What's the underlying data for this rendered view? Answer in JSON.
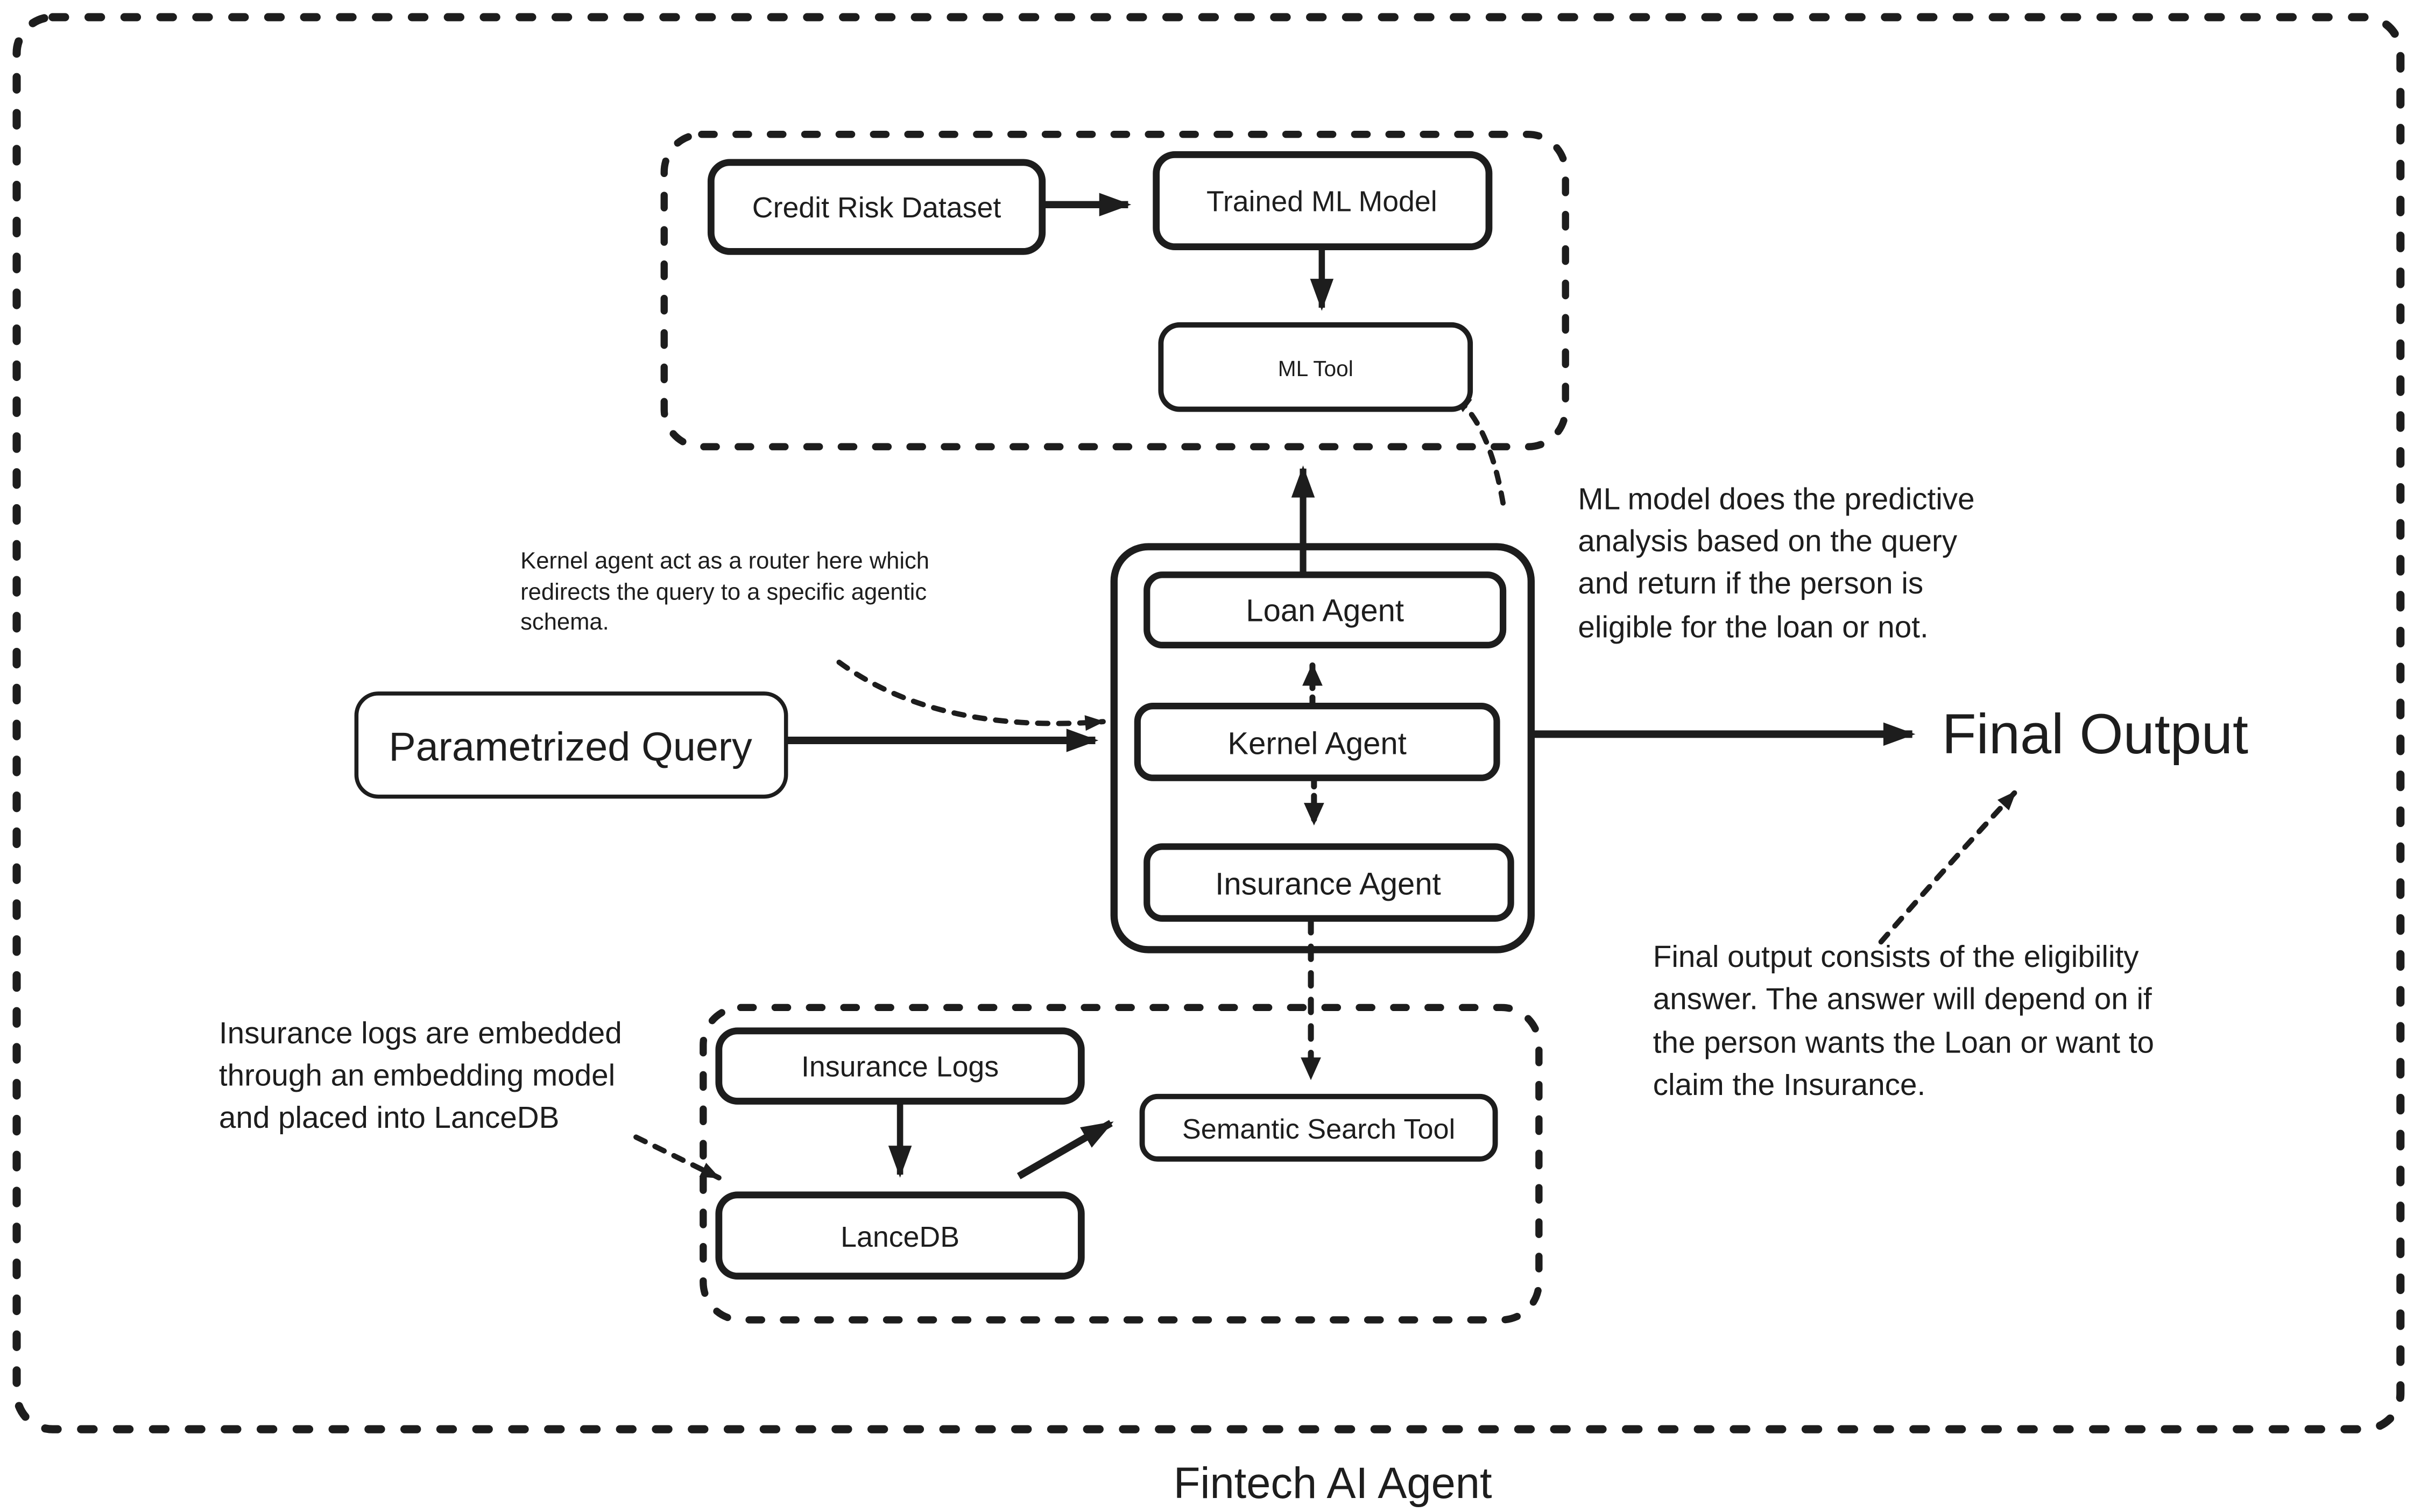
{
  "diagram": {
    "caption": "Fintech AI Agent",
    "colors": {
      "stroke": "#1d1d1d",
      "background": "#ffffff",
      "node_fill": "#ffffff",
      "lancedb_fill": "#FBCFCE"
    },
    "nodes": {
      "credit_risk_dataset": {
        "label": "Credit Risk Dataset"
      },
      "trained_ml_model": {
        "label": "Trained ML Model"
      },
      "ml_tool": {
        "label": "ML Tool"
      },
      "loan_agent": {
        "label": "Loan Agent"
      },
      "kernel_agent": {
        "label": "Kernel Agent"
      },
      "insurance_agent": {
        "label": "Insurance Agent"
      },
      "parametrized_query": {
        "label": "Parametrized Query"
      },
      "final_output": {
        "label": "Final Output"
      },
      "insurance_logs": {
        "label": "Insurance Logs"
      },
      "lancedb": {
        "label": "LanceDB"
      },
      "semantic_search_tool": {
        "label": "Semantic Search Tool"
      }
    },
    "annotations": {
      "kernel_router": {
        "lines": [
          "Kernel agent act as a router here which",
          "redirects the query to a specific agentic",
          "schema."
        ]
      },
      "ml_model": {
        "lines": [
          "ML model does the predictive",
          "analysis based on the query",
          "and return if the person is",
          "eligible for the loan or not."
        ]
      },
      "insurance_embedding": {
        "lines": [
          "Insurance logs are embedded",
          "through an embedding model",
          "and placed into LanceDB"
        ]
      },
      "final_output_note": {
        "lines": [
          "Final output consists of the eligibility",
          "answer. The answer will depend on if",
          "the person wants the Loan or want to",
          "claim the Insurance."
        ]
      }
    }
  }
}
